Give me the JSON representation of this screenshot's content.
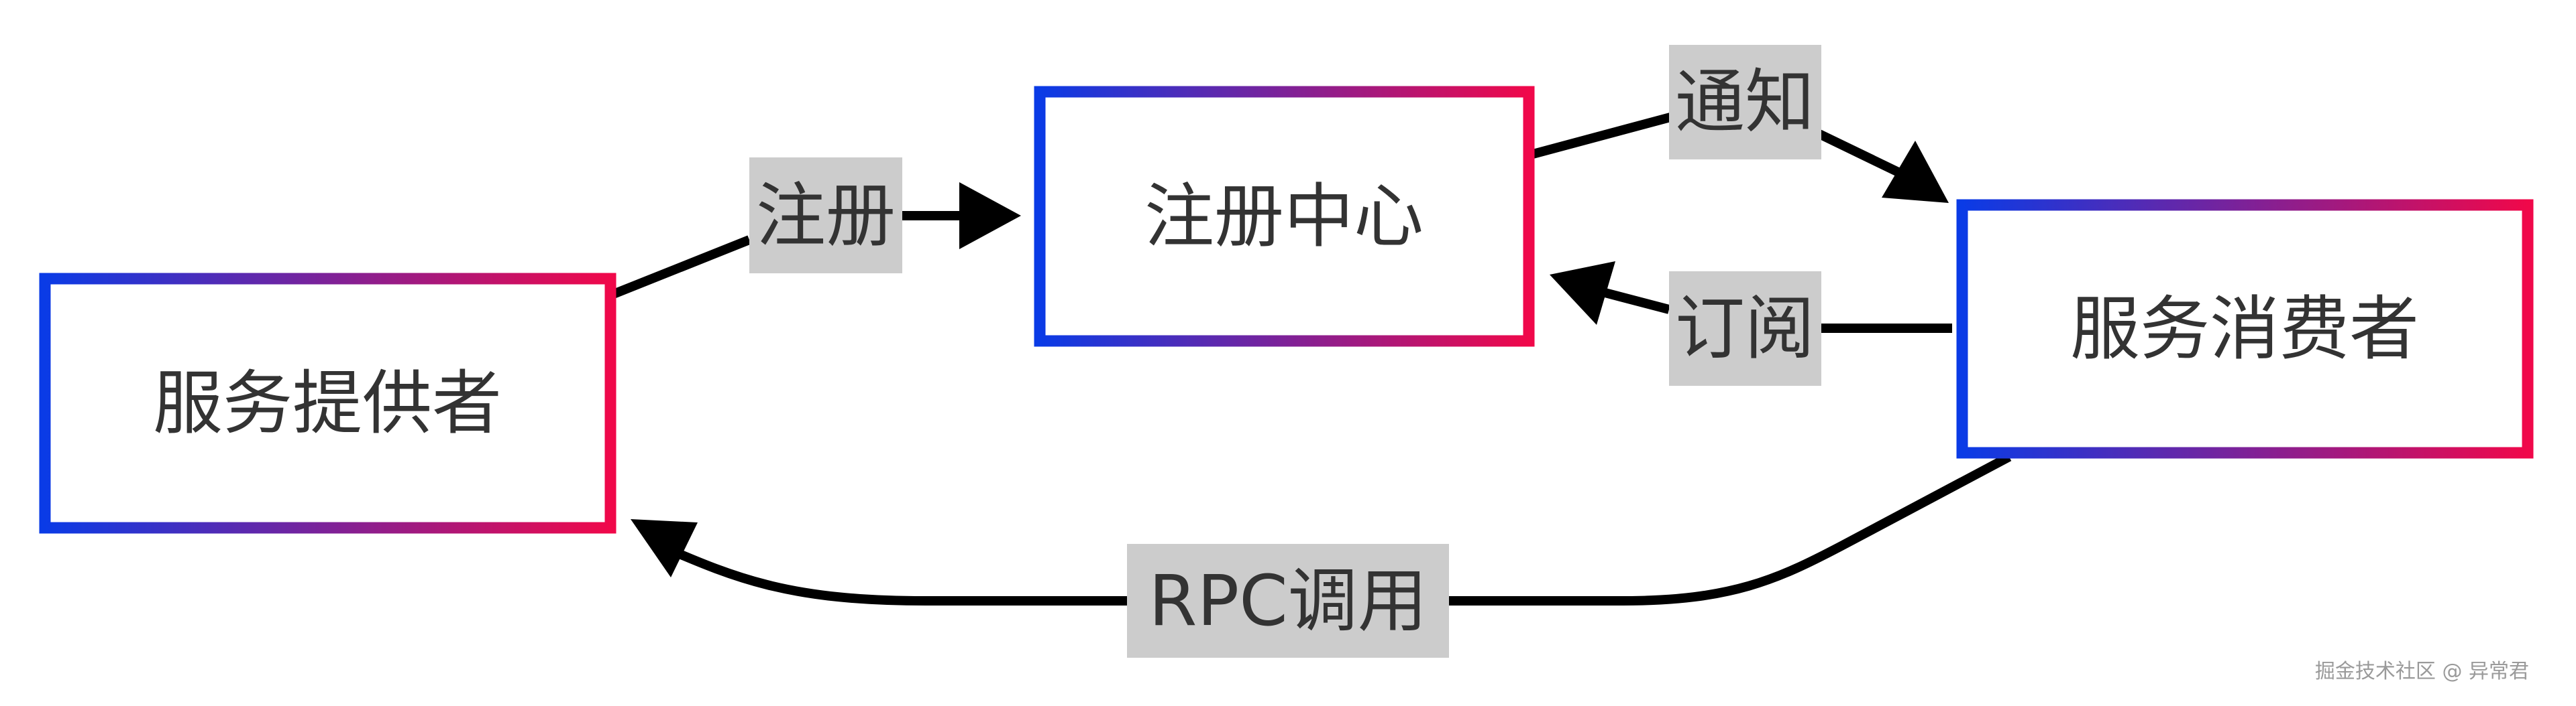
{
  "nodes": {
    "provider": {
      "label": "服务提供者"
    },
    "registry": {
      "label": "注册中心"
    },
    "consumer": {
      "label": "服务消费者"
    }
  },
  "edges": {
    "register": {
      "label": "注册"
    },
    "notify": {
      "label": "通知"
    },
    "subscribe": {
      "label": "订阅"
    },
    "rpc_call": {
      "label": "RPC调用"
    }
  },
  "watermark": {
    "text": "掘金技术社区 @ 异常君"
  },
  "colors": {
    "border_start": "#0a3be6",
    "border_end": "#f0084a",
    "edge_stroke": "#000000",
    "label_bg": "#cccccc",
    "node_text": "#333333"
  }
}
